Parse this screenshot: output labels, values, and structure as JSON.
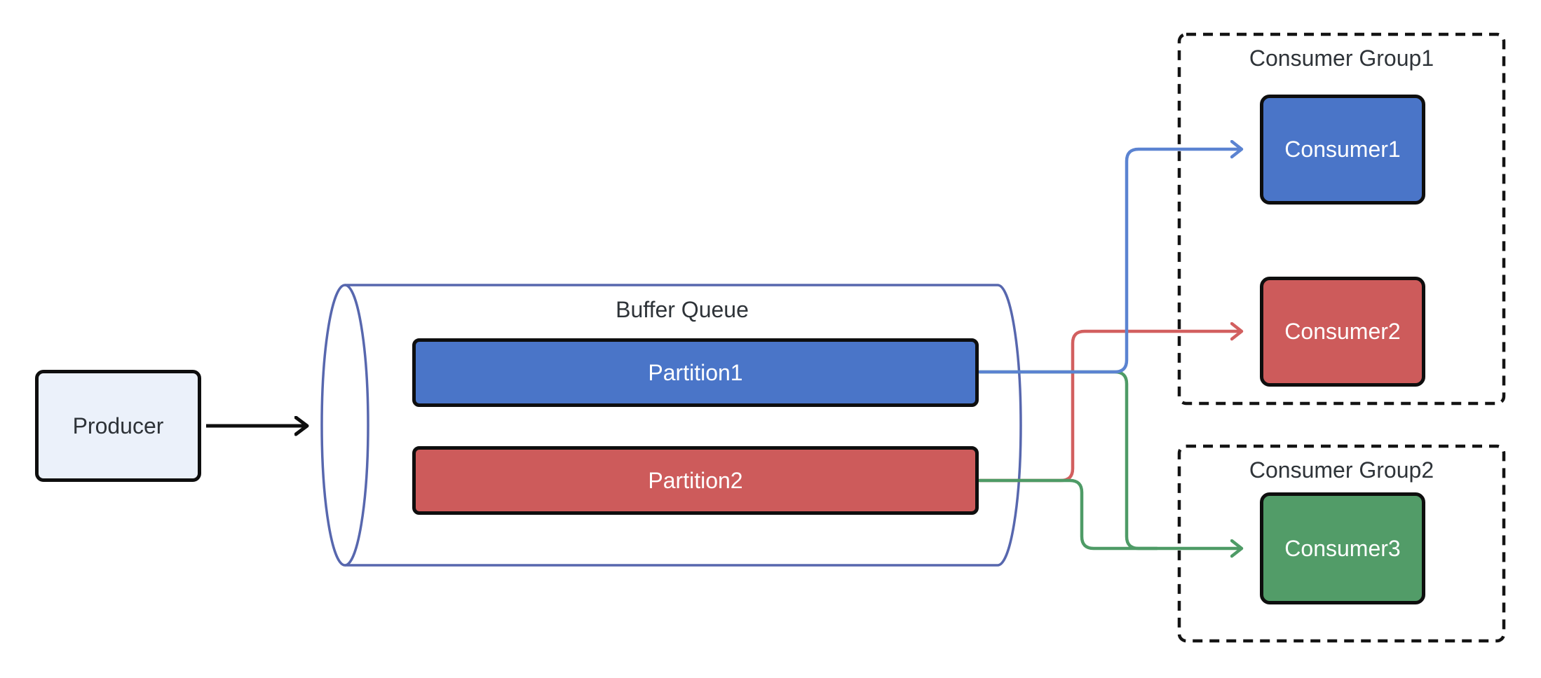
{
  "diagram_title": "Producer / Buffer Queue / Consumer Groups message-flow diagram",
  "producer": {
    "label": "Producer"
  },
  "buffer_queue": {
    "title": "Buffer Queue",
    "partitions": [
      {
        "label": "Partition1",
        "color": "#4a75c8"
      },
      {
        "label": "Partition2",
        "color": "#cd5b5b"
      }
    ]
  },
  "consumer_groups": [
    {
      "title": "Consumer Group1",
      "consumers": [
        {
          "label": "Consumer1",
          "color": "#4a75c8"
        },
        {
          "label": "Consumer2",
          "color": "#cd5b5b"
        }
      ]
    },
    {
      "title": "Consumer Group2",
      "consumers": [
        {
          "label": "Consumer3",
          "color": "#529c68"
        }
      ]
    }
  ],
  "flows": [
    {
      "from": "Producer",
      "to": "Buffer Queue",
      "color": "#0e0e0e"
    },
    {
      "from": "Partition1",
      "to": "Consumer1",
      "color": "#5b83d1"
    },
    {
      "from": "Partition2",
      "to": "Consumer2",
      "color": "#d25f5f"
    },
    {
      "from": "Partition1",
      "to": "Consumer3",
      "color": "#4e9b66"
    },
    {
      "from": "Partition2",
      "to": "Consumer3",
      "color": "#4e9b66"
    }
  ],
  "colors": {
    "blue_fill": "#4a75c8",
    "red_fill": "#cd5b5b",
    "green_fill": "#529c68",
    "line_blue": "#5b83d1",
    "line_red": "#d25f5f",
    "line_green": "#4e9b66",
    "line_black": "#0e0e0e",
    "cylinder": "#5767ae",
    "group_border": "#141414",
    "producer_fill": "#ebf1fa",
    "text_dark": "#2e3338",
    "text_light": "#ffffff"
  }
}
